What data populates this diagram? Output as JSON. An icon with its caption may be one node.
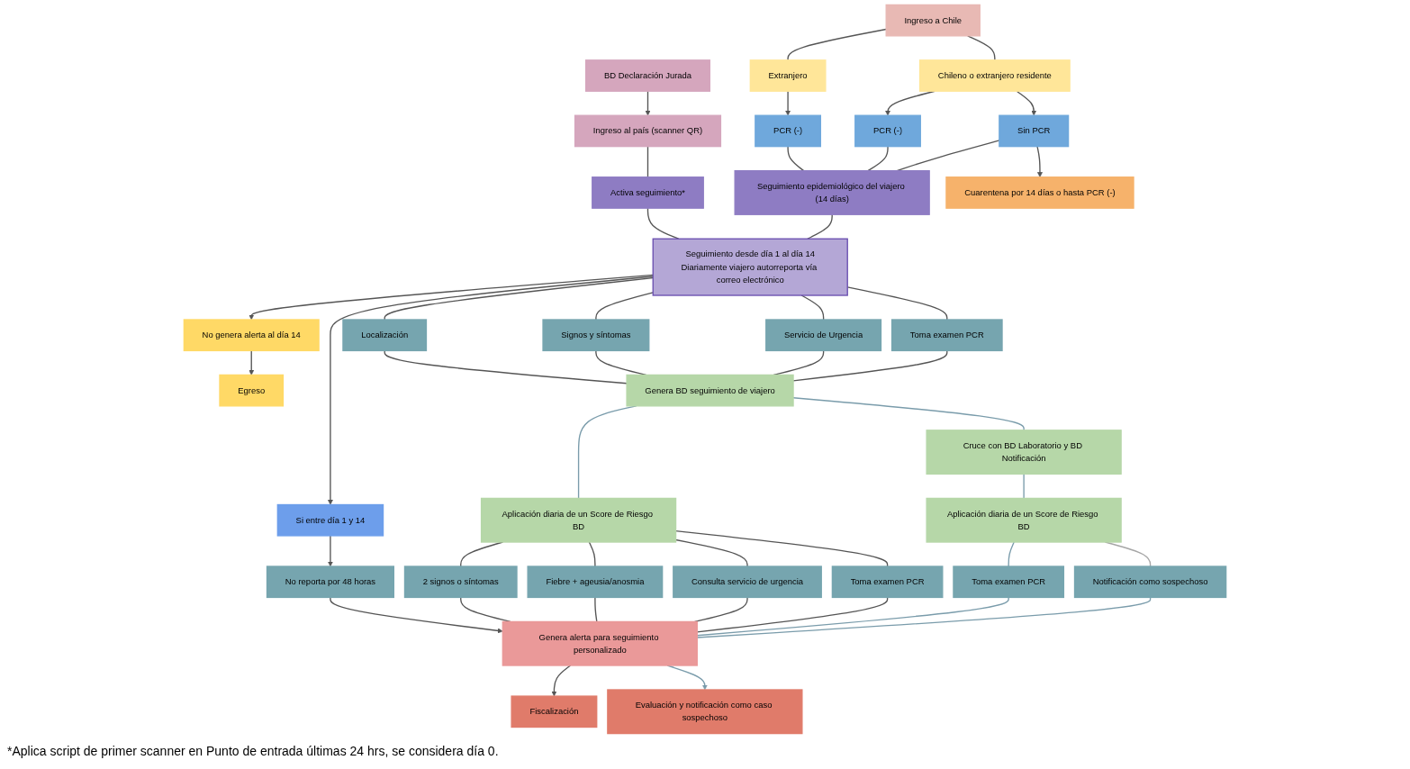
{
  "diagram": {
    "nodes": [
      {
        "text": [
          "Ingreso a Chile"
        ]
      },
      {
        "text": [
          "Extranjero"
        ]
      },
      {
        "text": [
          "Chileno o extranjero residente"
        ]
      },
      {
        "text": [
          "BD Declaración Jurada"
        ]
      },
      {
        "text": [
          "Ingreso al país (scanner QR)"
        ]
      },
      {
        "text": [
          "PCR (-)"
        ]
      },
      {
        "text": [
          "PCR (-)"
        ]
      },
      {
        "text": [
          "Sin PCR"
        ]
      },
      {
        "text": [
          "Activa seguimiento*"
        ]
      },
      {
        "text": [
          "Seguimiento epidemiológico del viajero (14 días)"
        ]
      },
      {
        "text": [
          "Cuarentena por 14 días o hasta PCR (-)"
        ]
      },
      {
        "text": [
          "Seguimiento desde día 1 al día 14",
          "Diariamente viajero autorreporta vía correo electrónico"
        ]
      },
      {
        "text": [
          "No genera alerta al día 14"
        ]
      },
      {
        "text": [
          "Egreso"
        ]
      },
      {
        "text": [
          "Si entre día 1 y 14"
        ]
      },
      {
        "text": [
          "No reporta por 48 horas"
        ]
      },
      {
        "text": [
          "Localización"
        ]
      },
      {
        "text": [
          "Signos y síntomas"
        ]
      },
      {
        "text": [
          "Servicio de Urgencia"
        ]
      },
      {
        "text": [
          "Toma examen PCR"
        ]
      },
      {
        "text": [
          "Genera BD seguimiento de viajero"
        ]
      },
      {
        "text": [
          "Aplicación diaria de un Score de Riesgo BD"
        ]
      },
      {
        "text": [
          "2 signos o síntomas"
        ]
      },
      {
        "text": [
          "Fiebre + ageusia/anosmia"
        ]
      },
      {
        "text": [
          "Consulta servicio de urgencia"
        ]
      },
      {
        "text": [
          "Toma examen PCR"
        ]
      },
      {
        "text": [
          "Cruce con BD Laboratorio y BD Notificación"
        ]
      },
      {
        "text": [
          "Aplicación diaria de un Score de Riesgo BD"
        ]
      },
      {
        "text": [
          "Toma examen PCR"
        ]
      },
      {
        "text": [
          "Notificación como sospechoso"
        ]
      },
      {
        "text": [
          "Genera alerta para seguimiento personalizado"
        ]
      },
      {
        "text": [
          "Fiscalización"
        ]
      },
      {
        "text": [
          "Evaluación y notificación como caso sospechoso"
        ]
      }
    ],
    "edges": [
      {
        "from": 0,
        "to": 1,
        "arrow": "none"
      },
      {
        "from": 0,
        "to": 2,
        "arrow": "none"
      },
      {
        "from": 1,
        "to": 5,
        "arrow": "to"
      },
      {
        "from": 2,
        "to": 6,
        "arrow": "to"
      },
      {
        "from": 2,
        "to": 7,
        "arrow": "to"
      },
      {
        "from": 5,
        "to": 9,
        "arrow": "none"
      },
      {
        "from": 6,
        "to": 9,
        "arrow": "none"
      },
      {
        "from": 7,
        "to": 9,
        "arrow": "none"
      },
      {
        "from": 7,
        "to": 10,
        "arrow": "to"
      },
      {
        "from": 3,
        "to": 4,
        "arrow": "to"
      },
      {
        "from": 4,
        "to": 8,
        "arrow": "none"
      },
      {
        "from": 8,
        "to": 11,
        "arrow": "none"
      },
      {
        "from": 9,
        "to": 11,
        "arrow": "none"
      },
      {
        "from": 11,
        "to": 12,
        "arrow": "to"
      },
      {
        "from": 12,
        "to": 13,
        "arrow": "to"
      },
      {
        "from": 11,
        "to": 14,
        "arrow": "to"
      },
      {
        "from": 14,
        "to": 15,
        "arrow": "to"
      },
      {
        "from": 15,
        "to": 30,
        "arrow": "to"
      },
      {
        "from": 11,
        "to": 16,
        "arrow": "none"
      },
      {
        "from": 11,
        "to": 17,
        "arrow": "none"
      },
      {
        "from": 11,
        "to": 18,
        "arrow": "none"
      },
      {
        "from": 11,
        "to": 19,
        "arrow": "none"
      },
      {
        "from": 16,
        "to": 20,
        "arrow": "none"
      },
      {
        "from": 17,
        "to": 20,
        "arrow": "none"
      },
      {
        "from": 18,
        "to": 20,
        "arrow": "none"
      },
      {
        "from": 19,
        "to": 20,
        "arrow": "none"
      },
      {
        "from": 20,
        "to": 21,
        "arrow": "none",
        "color": "#7a9cab"
      },
      {
        "from": 20,
        "to": 26,
        "arrow": "none",
        "color": "#7a9cab"
      },
      {
        "from": 21,
        "to": 22,
        "arrow": "none"
      },
      {
        "from": 21,
        "to": 23,
        "arrow": "none"
      },
      {
        "from": 21,
        "to": 24,
        "arrow": "none"
      },
      {
        "from": 21,
        "to": 25,
        "arrow": "none"
      },
      {
        "from": 26,
        "to": 27,
        "arrow": "none",
        "color": "#7a9cab"
      },
      {
        "from": 27,
        "to": 28,
        "arrow": "none",
        "color": "#7a9cab"
      },
      {
        "from": 27,
        "to": 29,
        "arrow": "none",
        "color": "#a6a6a6"
      },
      {
        "from": 22,
        "to": 30,
        "arrow": "none"
      },
      {
        "from": 23,
        "to": 30,
        "arrow": "none"
      },
      {
        "from": 24,
        "to": 30,
        "arrow": "none"
      },
      {
        "from": 25,
        "to": 30,
        "arrow": "none"
      },
      {
        "from": 28,
        "to": 30,
        "arrow": "none",
        "color": "#7a9cab"
      },
      {
        "from": 29,
        "to": 30,
        "arrow": "none",
        "color": "#7a9cab"
      },
      {
        "from": 30,
        "to": 31,
        "arrow": "to"
      },
      {
        "from": 30,
        "to": 32,
        "arrow": "to",
        "color": "#7a9cab"
      }
    ],
    "labels": [
      "*Aplica script de primer scanner en Punto de entrada últimas 24 hrs, se considera día 0."
    ]
  }
}
